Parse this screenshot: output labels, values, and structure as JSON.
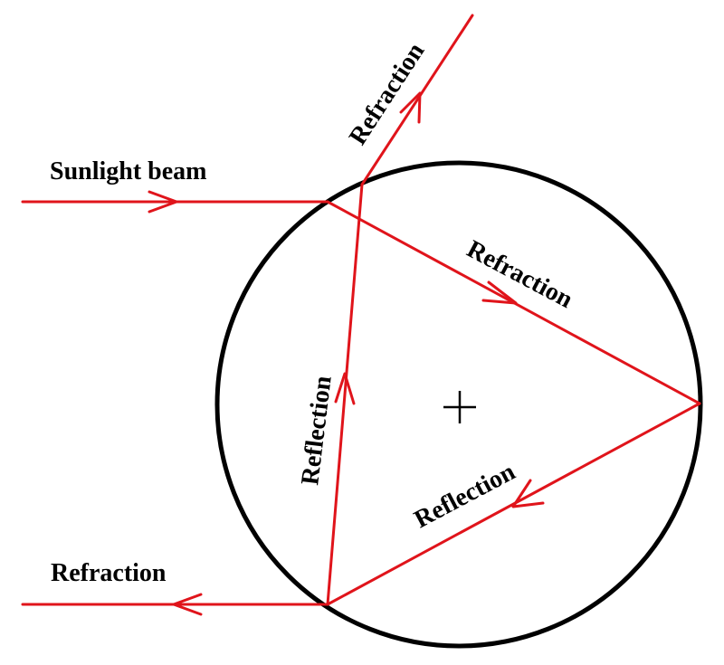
{
  "colors": {
    "ray": "#e0141b",
    "droplet": "#000000",
    "background": "#ffffff"
  },
  "labels": {
    "sunlight_beam": "Sunlight beam",
    "refraction_exit_top": "Refraction",
    "refraction_inside": "Refraction",
    "reflection_right": "Reflection",
    "reflection_left": "Reflection",
    "refraction_exit_bottom": "Refraction"
  },
  "icons": {
    "center_marker": "plus-icon"
  }
}
